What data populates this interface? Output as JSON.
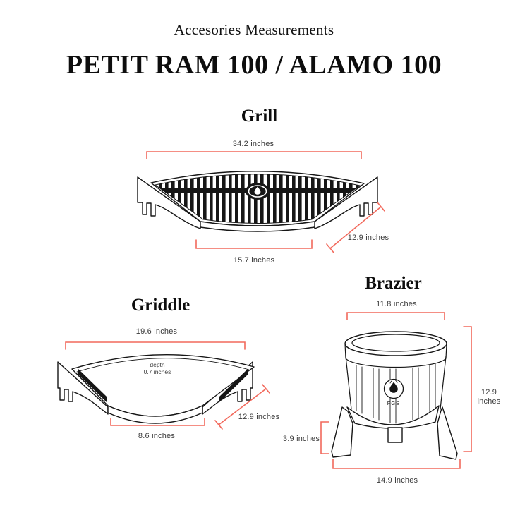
{
  "header": {
    "subtitle": "Accesories Measurements",
    "title": "PETIT RAM 100 / ALAMO 100"
  },
  "colors": {
    "accent": "#F2695C",
    "ink": "#161616",
    "label": "#3A3A3A"
  },
  "products": {
    "grill": {
      "title": "Grill",
      "dim_top": "34.2 inches",
      "dim_bottom": "15.7 inches",
      "dim_side": "12.9 inches",
      "badge_icon": "flame-icon"
    },
    "griddle": {
      "title": "Griddle",
      "dim_top": "19.6 inches",
      "depth_line1": "depth",
      "depth_line2": "0.7 inches",
      "dim_bottom": "8.6 inches",
      "dim_side": "12.9 inches"
    },
    "brazier": {
      "title": "Brazier",
      "logo_text": "FGS",
      "logo_icon": "flame-icon",
      "dim_top": "11.8 inches",
      "dim_height_line1": "12.9",
      "dim_height_line2": "inches",
      "dim_leg": "3.9 inches",
      "dim_bottom": "14.9 inches"
    }
  }
}
